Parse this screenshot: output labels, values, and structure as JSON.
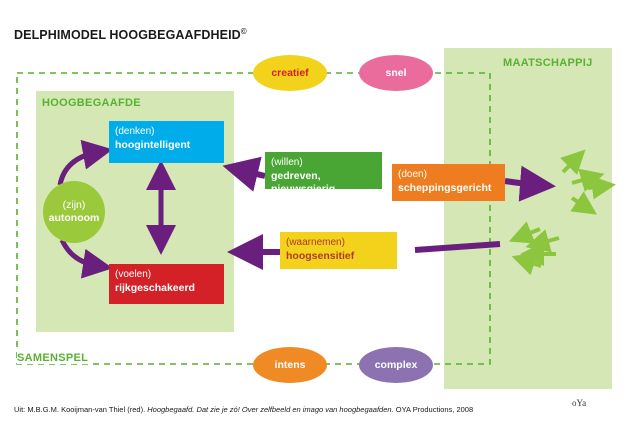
{
  "title": "DELPHIMODEL HOOGBEGAAFDHEID",
  "title_mark": "©",
  "hoogbegaafde_label": "HOOGBEGAAFDE",
  "maatschappij_label": "MAATSCHAPPIJ",
  "samenspel_label": "SAMENSPEL",
  "ovals": {
    "creatief": "creatief",
    "snel": "snel",
    "intens": "intens",
    "complex": "complex"
  },
  "autonoom": {
    "sub": "(zijn)",
    "main": "autonoom"
  },
  "denken": {
    "sub": "(denken)",
    "main": "hoogintelligent"
  },
  "voelen": {
    "sub": "(voelen)",
    "main": "rijkgeschakeerd"
  },
  "willen": {
    "sub": "(willen)",
    "main": "gedreven, nieuwsgierig"
  },
  "doen": {
    "sub": "(doen)",
    "main": "scheppingsgericht"
  },
  "waarnemen": {
    "sub": "(waarnemen)",
    "main": "hoogsensitief"
  },
  "footer": {
    "prefix": "Uit: M.B.G.M. Kooijman-van Thiel (red). ",
    "book_title": "Hoogbegaafd. Dat zie je zó! Over zelfbeeld en imago van hoogbegaafden.",
    "suffix": " OYA Productions, 2008"
  },
  "logo": "oYa",
  "colors": {
    "green_panel": "#d4e7b4",
    "green_text": "#58b131",
    "purple": "#6a1e7e",
    "cyan": "#00adea",
    "red": "#d42127",
    "green_box": "#4aa634",
    "orange": "#ef7d1f",
    "yellow": "#f2d21a"
  }
}
